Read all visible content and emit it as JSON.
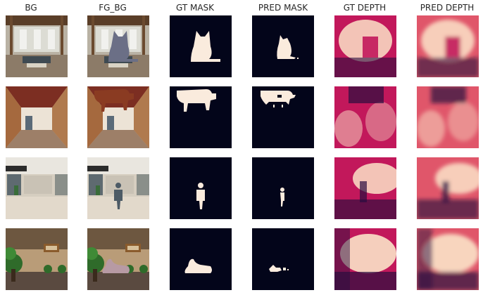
{
  "columns": [
    {
      "key": "bg",
      "title": "BG"
    },
    {
      "key": "fg_bg",
      "title": "FG_BG"
    },
    {
      "key": "gt_mask",
      "title": "GT MASK"
    },
    {
      "key": "pred_mask",
      "title": "PRED MASK"
    },
    {
      "key": "gt_depth",
      "title": "GT DEPTH"
    },
    {
      "key": "pred_depth",
      "title": "PRED DEPTH"
    }
  ],
  "rows": [
    {
      "scene": "living-room",
      "foreground": "cat"
    },
    {
      "scene": "hallway",
      "foreground": "cow"
    },
    {
      "scene": "shopping-mall",
      "foreground": "person"
    },
    {
      "scene": "lobby-with-plants",
      "foreground": "dog"
    }
  ],
  "colors": {
    "mask_background": "#03051a",
    "mask_foreground": "#faebdd",
    "depth_dark": "#2a0d3e",
    "depth_mid": "#c2185b",
    "depth_light": "#fbe3c8"
  }
}
